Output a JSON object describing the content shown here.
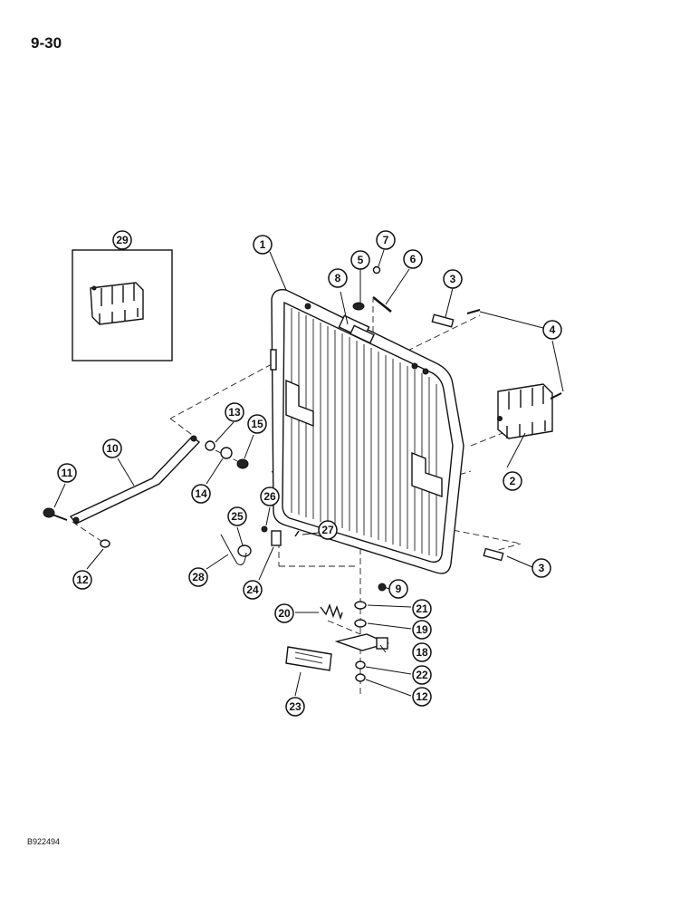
{
  "page": {
    "page_number": "9-30",
    "figure_code": "B922494"
  },
  "callouts": [
    "1",
    "2",
    "3",
    "3",
    "4",
    "5",
    "6",
    "7",
    "8",
    "9",
    "10",
    "11",
    "12",
    "12",
    "13",
    "14",
    "15",
    "18",
    "19",
    "20",
    "21",
    "22",
    "23",
    "24",
    "25",
    "26",
    "27",
    "28",
    "29"
  ]
}
